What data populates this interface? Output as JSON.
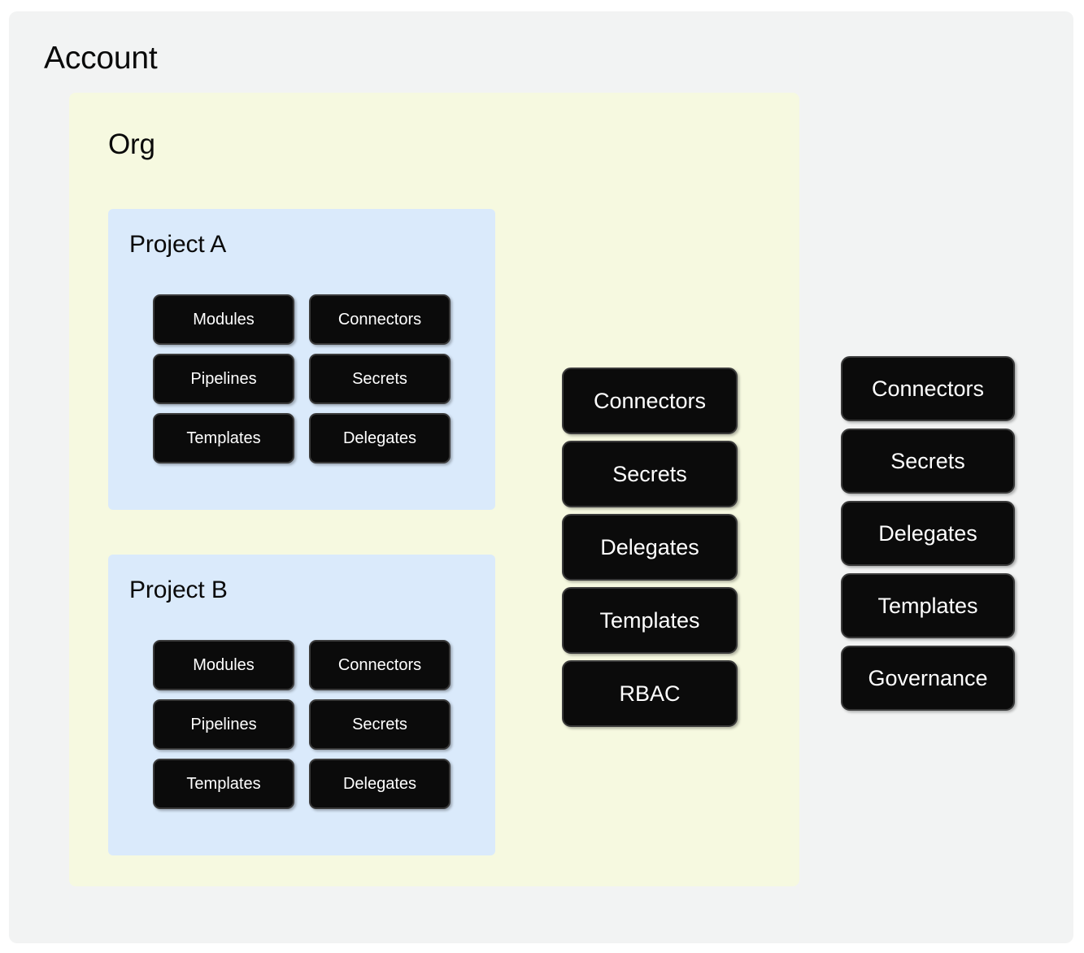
{
  "account": {
    "title": "Account",
    "bg_color": "#f2f3f3",
    "resources": [
      {
        "label": "Connectors"
      },
      {
        "label": "Secrets"
      },
      {
        "label": "Delegates"
      },
      {
        "label": "Templates"
      },
      {
        "label": "Governance"
      }
    ]
  },
  "org": {
    "title": "Org",
    "bg_color": "#f6f9e0",
    "resources": [
      {
        "label": "Connectors"
      },
      {
        "label": "Secrets"
      },
      {
        "label": "Delegates"
      },
      {
        "label": "Templates"
      },
      {
        "label": "RBAC"
      }
    ]
  },
  "projects": [
    {
      "title": "Project A",
      "bg_color": "#daeafb",
      "resources": [
        {
          "label": "Modules"
        },
        {
          "label": "Connectors"
        },
        {
          "label": "Pipelines"
        },
        {
          "label": "Secrets"
        },
        {
          "label": "Templates"
        },
        {
          "label": "Delegates"
        }
      ]
    },
    {
      "title": "Project B",
      "bg_color": "#daeafb",
      "resources": [
        {
          "label": "Modules"
        },
        {
          "label": "Connectors"
        },
        {
          "label": "Pipelines"
        },
        {
          "label": "Secrets"
        },
        {
          "label": "Templates"
        },
        {
          "label": "Delegates"
        }
      ]
    }
  ],
  "theme": {
    "chip_bg": "#0b0b0b",
    "chip_border": "#3a3a3a",
    "chip_text": "#ffffff",
    "page_bg": "#ffffff",
    "title_text": "#0a0a0a"
  }
}
